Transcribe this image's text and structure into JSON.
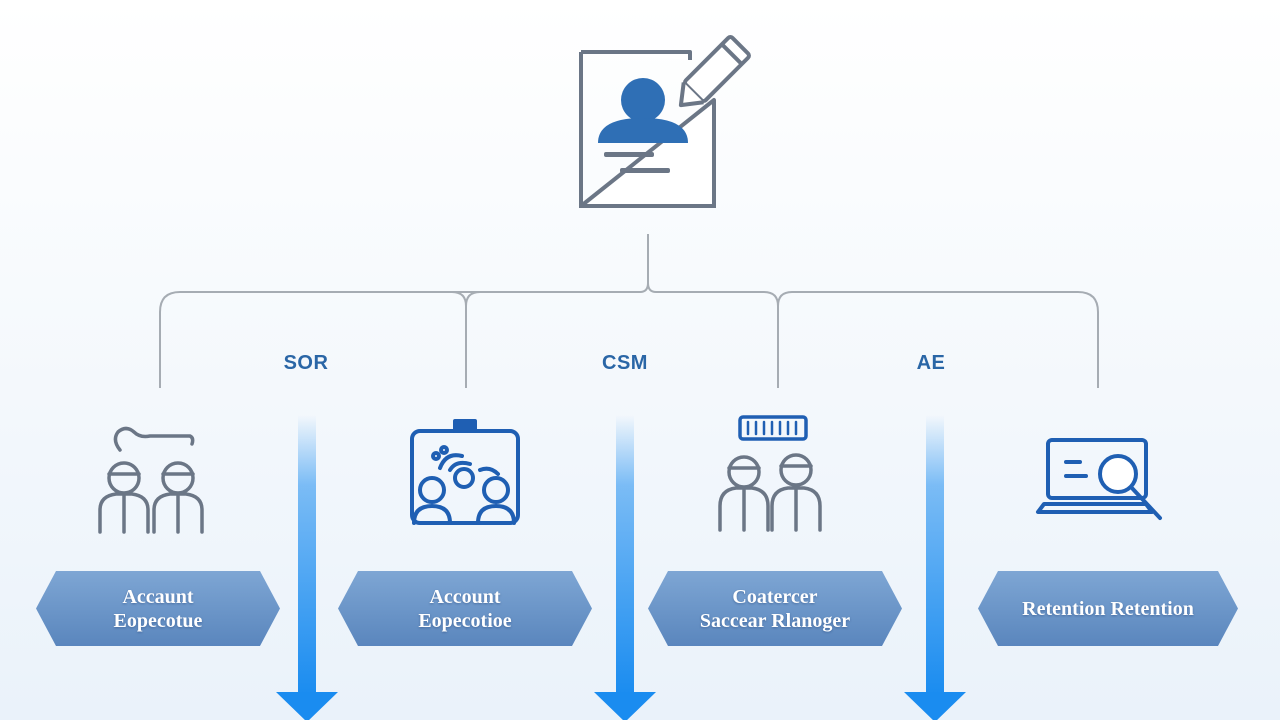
{
  "roles": [
    {
      "label": "SOR"
    },
    {
      "label": "CSM"
    },
    {
      "label": "AE"
    }
  ],
  "banners": [
    {
      "line1": "Accaunt",
      "line2": "Eopecotue"
    },
    {
      "line1": "Account",
      "line2": "Eopecotioe"
    },
    {
      "line1": "Coatercer",
      "line2": "Saccear Rlanoger"
    },
    {
      "line1": "Retention Retention",
      "line2": ""
    }
  ],
  "icons": {
    "top": "contact-form-edit-icon",
    "item1": "team-two-people-icon",
    "item2": "team-meeting-board-icon",
    "item3": "team-two-people-badge-icon",
    "item4": "laptop-search-icon"
  },
  "colors": {
    "line": "#a6acb3",
    "icon_dark": "#6b7686",
    "icon_blue": "#1f5fb3",
    "label": "#2a66a6",
    "arrow": "#1a8cf0",
    "banner_top": "#7ea6d4",
    "banner_bottom": "#5a86bd"
  }
}
